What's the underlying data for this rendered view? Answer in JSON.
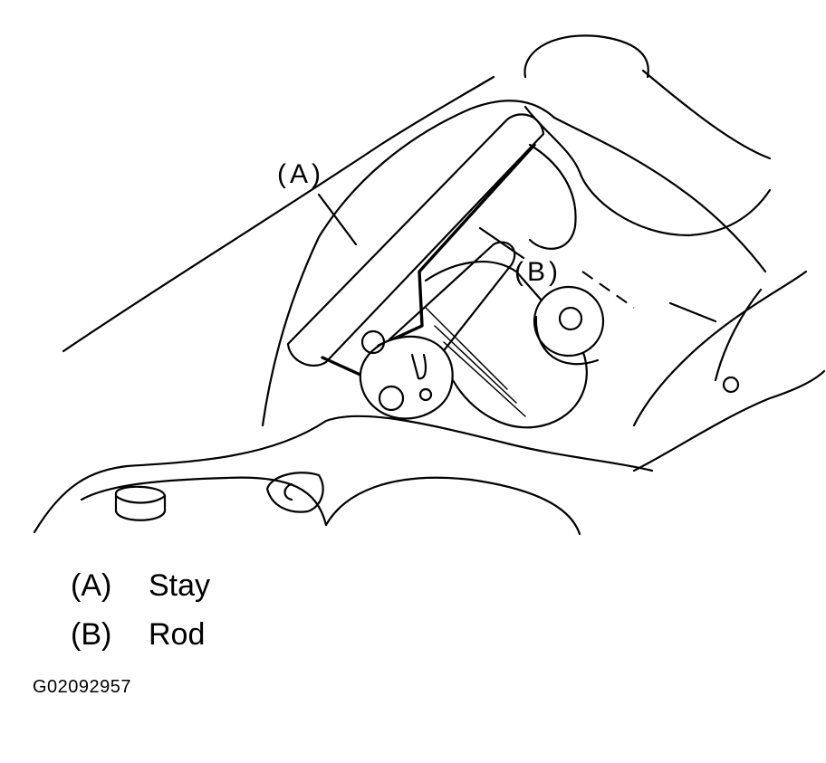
{
  "callouts": {
    "a": "(A)",
    "b": "(B)"
  },
  "legend": [
    {
      "key": "(A)",
      "label": "Stay"
    },
    {
      "key": "(B)",
      "label": "Rod"
    }
  ],
  "figure_code": "G02092957"
}
